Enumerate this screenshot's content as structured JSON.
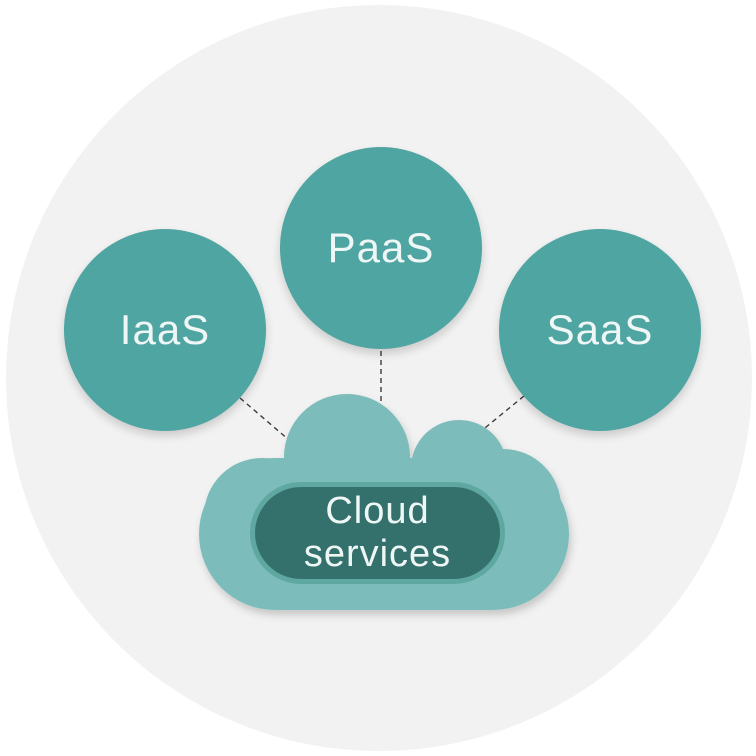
{
  "nodes": [
    {
      "id": "iaas",
      "label": "IaaS"
    },
    {
      "id": "paas",
      "label": "PaaS"
    },
    {
      "id": "saas",
      "label": "SaaS"
    }
  ],
  "hub": {
    "label": "Cloud services",
    "line1": "Cloud",
    "line2": "services"
  },
  "colors": {
    "background_circle": "#f2f2f2",
    "node_fill": "#4fa5a1",
    "cloud_fill": "#7bbcba",
    "hub_fill": "#35716c",
    "hub_border": "#5fa8a2",
    "label_text": "#eef7f6",
    "connector": "#3d3d3d"
  }
}
